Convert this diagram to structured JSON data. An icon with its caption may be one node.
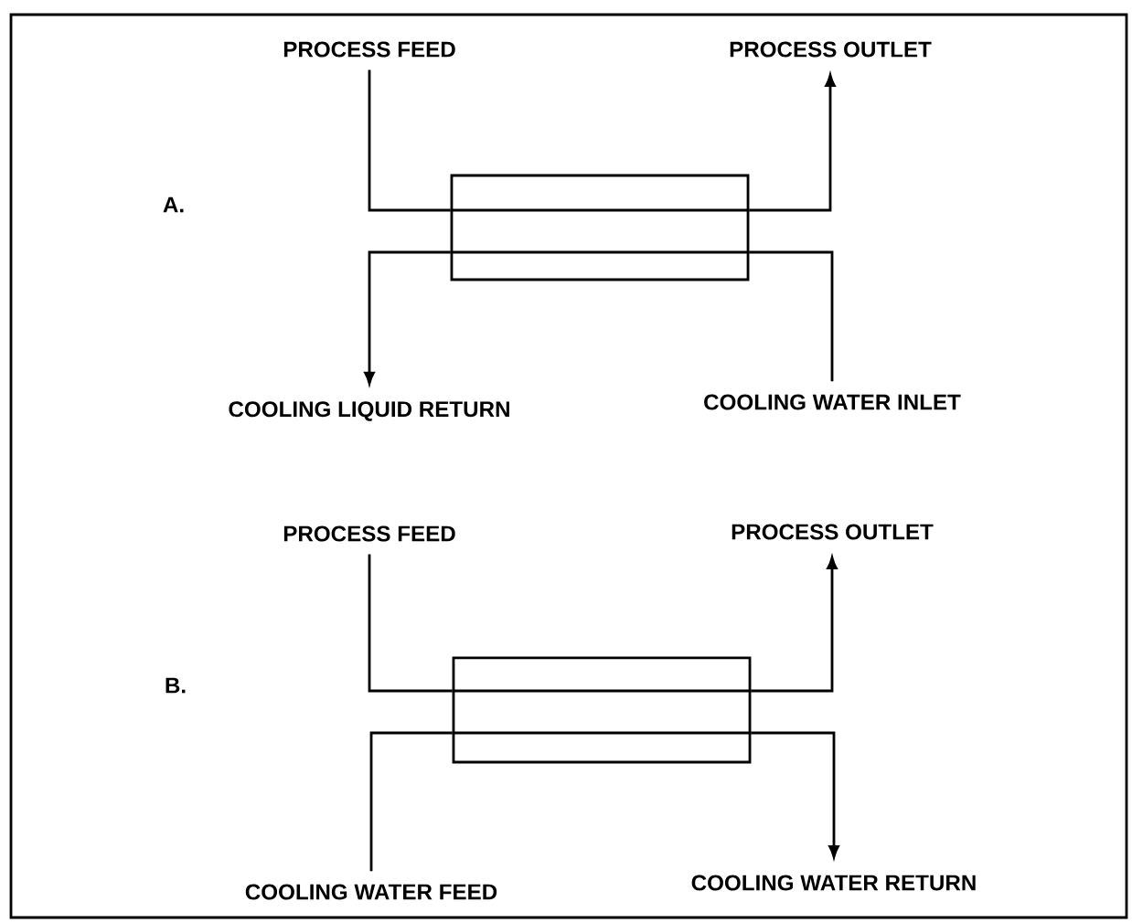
{
  "diagram": {
    "nodes": [
      {
        "text": [
          "PROCESS FEED"
        ]
      },
      {
        "text": [
          "PROCESS OUTLET"
        ]
      },
      {
        "text": [],
        "shape": "box"
      },
      {
        "text": [
          "COOLING LIQUID RETURN"
        ]
      },
      {
        "text": [
          "COOLING WATER INLET"
        ]
      },
      {
        "text": [
          "PROCESS FEED"
        ]
      },
      {
        "text": [
          "PROCESS OUTLET"
        ]
      },
      {
        "text": [],
        "shape": "box"
      },
      {
        "text": [
          "COOLING WATER FEED"
        ]
      },
      {
        "text": [
          "COOLING WATER RETURN"
        ]
      }
    ],
    "edges": [
      {
        "from": 0,
        "to": 2,
        "arrow": "none"
      },
      {
        "from": 2,
        "to": 1,
        "arrow": "to"
      },
      {
        "from": 4,
        "to": 2,
        "arrow": "none"
      },
      {
        "from": 2,
        "to": 3,
        "arrow": "to"
      },
      {
        "from": 5,
        "to": 7,
        "arrow": "none"
      },
      {
        "from": 7,
        "to": 6,
        "arrow": "to"
      },
      {
        "from": 8,
        "to": 7,
        "arrow": "none"
      },
      {
        "from": 7,
        "to": 9,
        "arrow": "to"
      }
    ],
    "labels": [
      "A.",
      "B."
    ]
  }
}
